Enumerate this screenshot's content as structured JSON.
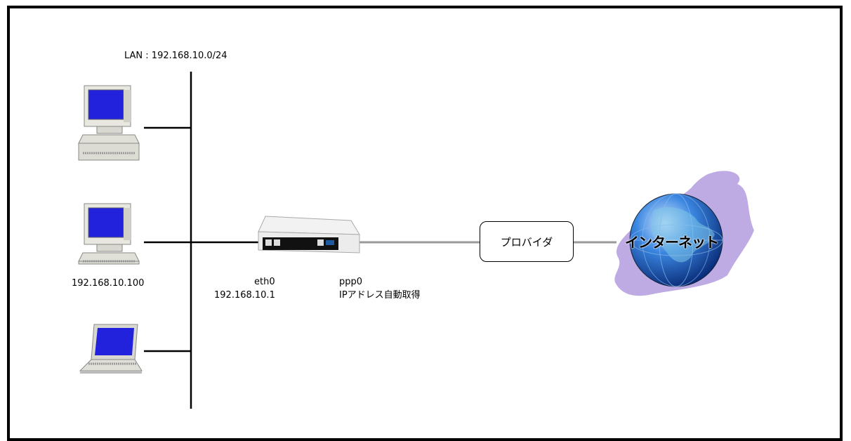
{
  "lan": {
    "label": "LAN : 192.168.10.0/24"
  },
  "hosts": [
    {
      "type": "desktop",
      "ip": ""
    },
    {
      "type": "desktop",
      "ip": "192.168.10.100"
    },
    {
      "type": "laptop",
      "ip": ""
    }
  ],
  "router": {
    "lan_interface": "eth0",
    "lan_ip": "192.168.10.1",
    "wan_interface": "ppp0",
    "wan_address": "IPアドレス自動取得"
  },
  "provider": {
    "label": "プロバイダ"
  },
  "internet": {
    "label": "インターネット",
    "icon": "globe-icon"
  },
  "colors": {
    "wire": "#000000",
    "wan_link": "#999999",
    "screen": "#2222dd",
    "splash": "#b8a2e0",
    "globe": "#2266cc"
  }
}
